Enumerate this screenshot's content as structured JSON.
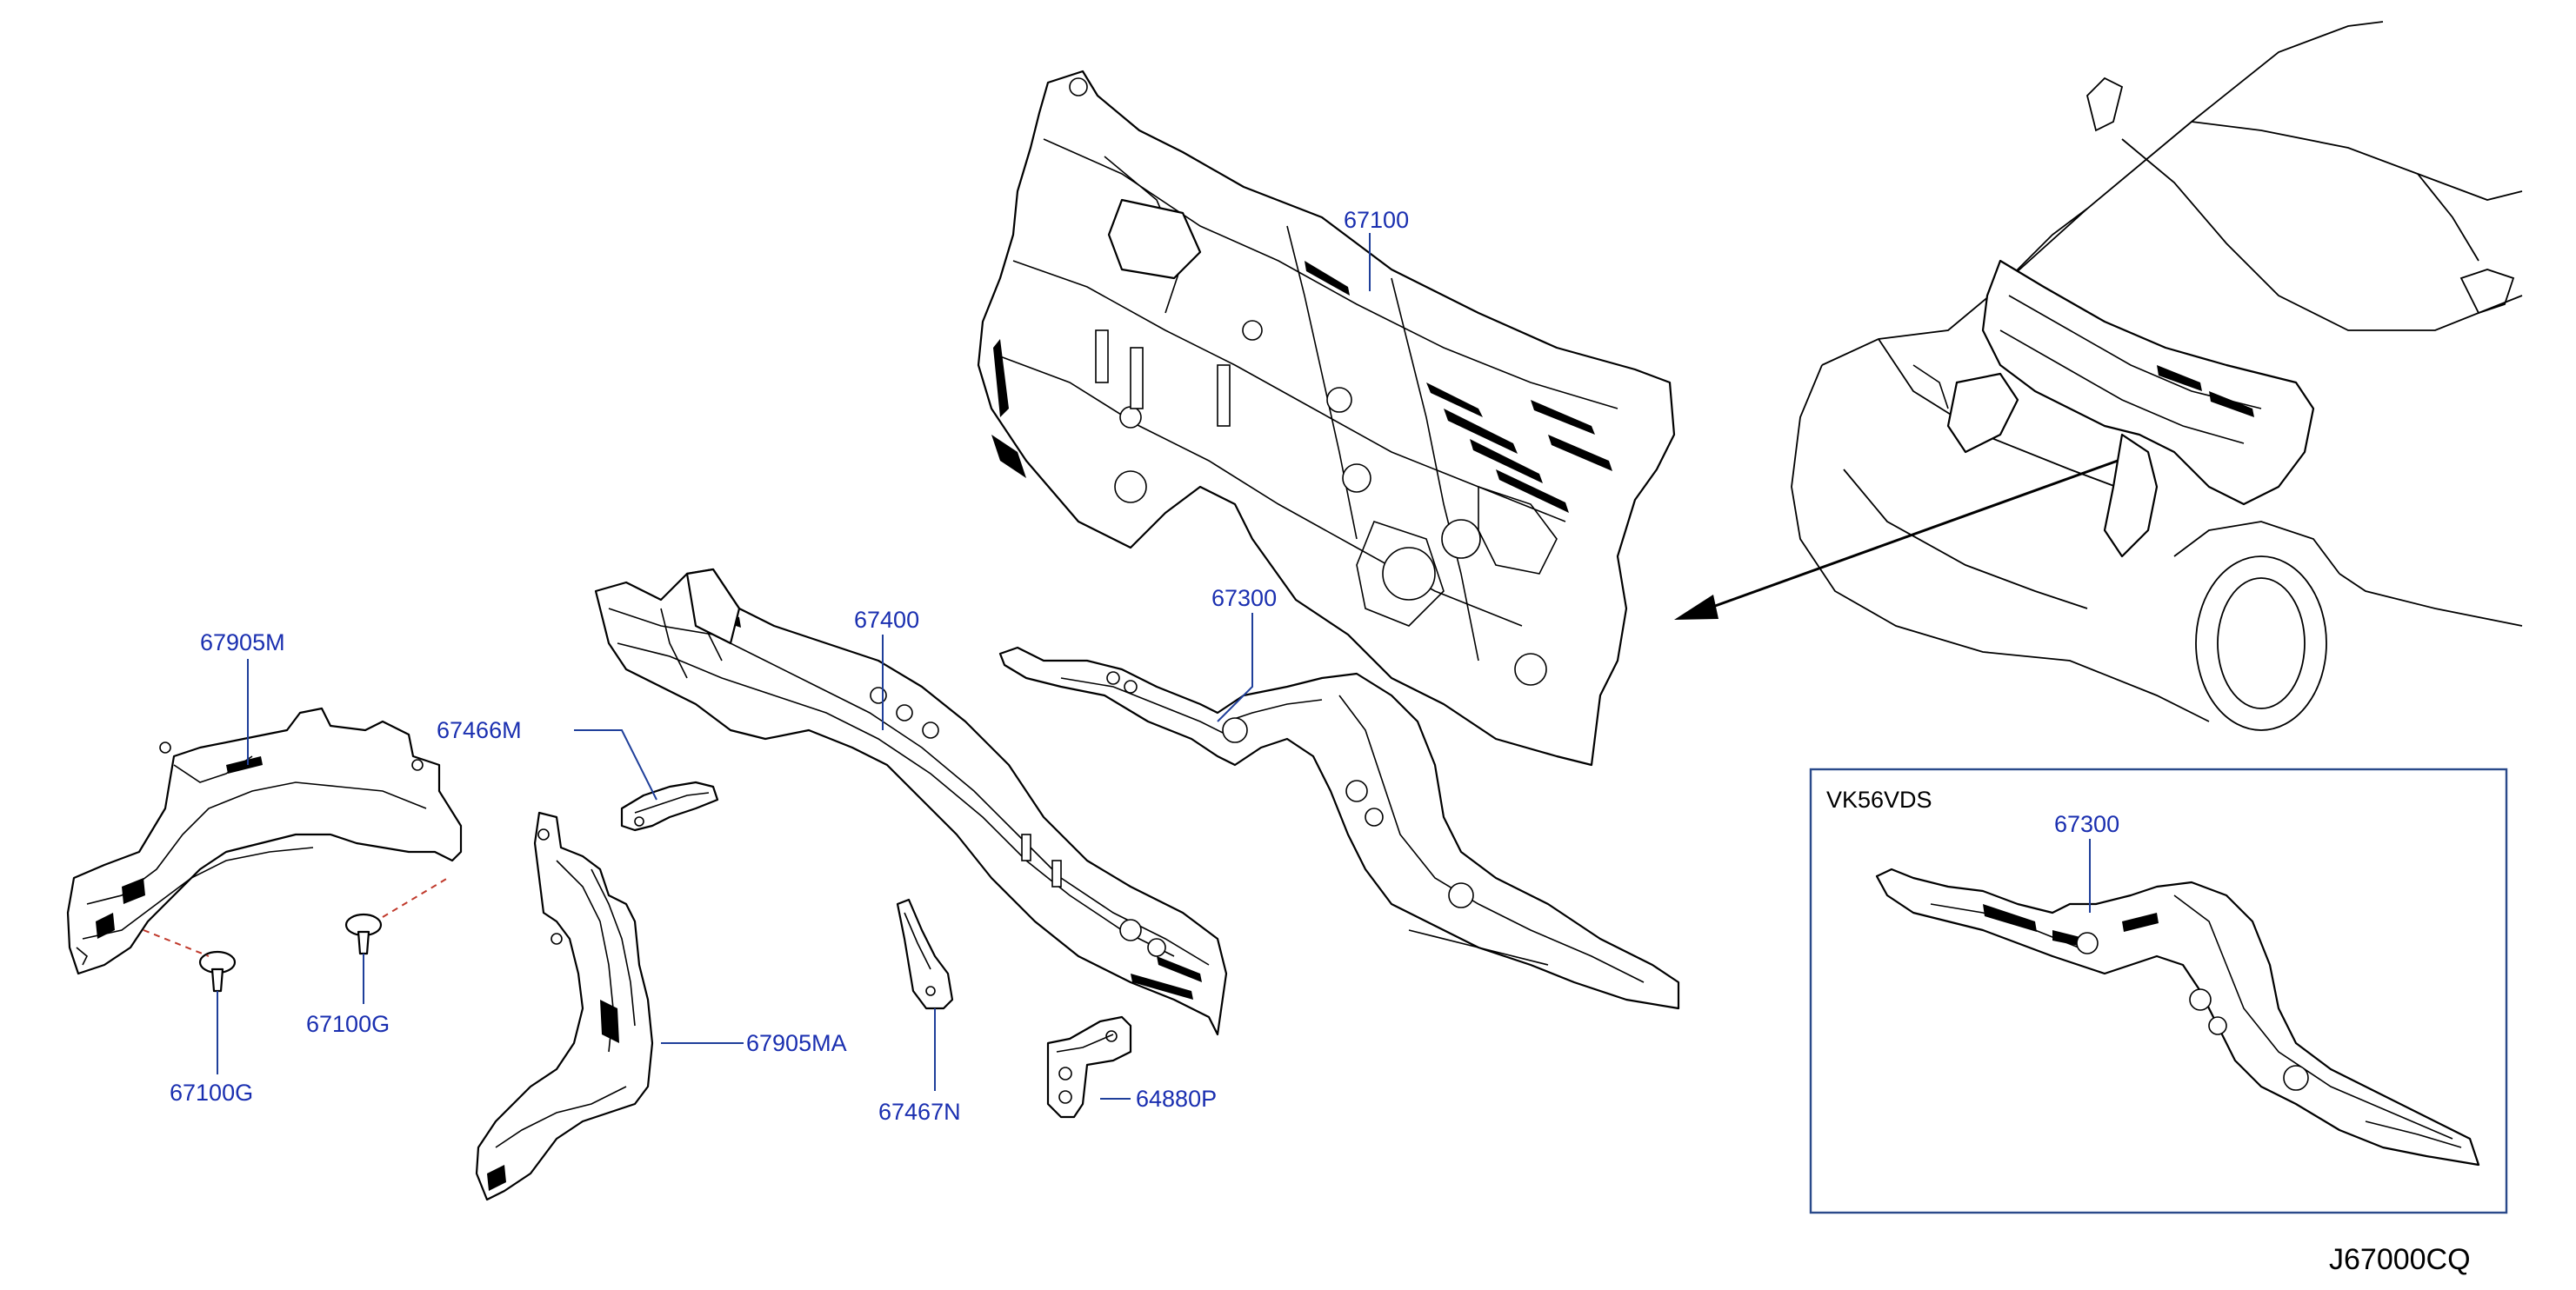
{
  "diagram": {
    "code": "J67000CQ",
    "inset_title": "VK56VDS",
    "labels": {
      "dash_panel": "67100",
      "cowl_top": "67400",
      "lower_dash": "67300",
      "inset_lower_dash": "67300",
      "insulator_m": "67905M",
      "insulator_ma": "67905MA",
      "bracket_m": "67466M",
      "bracket_n": "67467N",
      "bracket_p": "64880P",
      "clip_left": "67100G",
      "clip_right": "67100G"
    }
  }
}
